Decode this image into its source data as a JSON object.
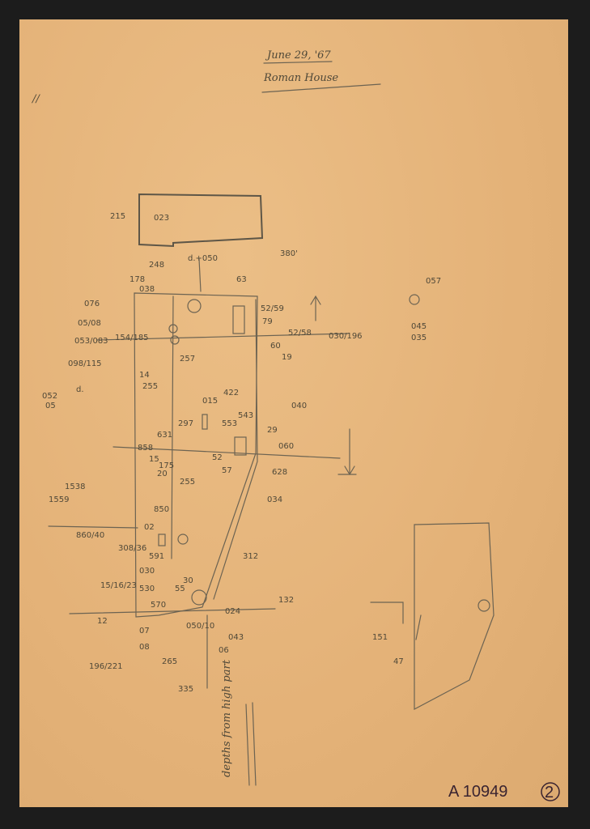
{
  "header": {
    "date": "June 29, '67",
    "title": "Roman House"
  },
  "margin_mark": "//",
  "catalog": {
    "number": "A 10949",
    "sheet": "2"
  },
  "note_vertical": "depths from high part",
  "annotations": [
    "215",
    "023",
    "038",
    "248",
    "178",
    "076",
    "05/08",
    "053/083",
    "098/115",
    "154/185",
    "14",
    "255",
    "257",
    "52/59",
    "79",
    "52/58",
    "60",
    "19",
    "63",
    "030/196",
    "015",
    "422",
    "297",
    "553",
    "543",
    "040",
    "29",
    "060",
    "631",
    "15",
    "175",
    "20",
    "858",
    "255",
    "52",
    "57",
    "628",
    "034",
    "850",
    "02",
    "860/40",
    "308/36",
    "591",
    "030",
    "530",
    "570",
    "30",
    "55",
    "15/16/23",
    "12",
    "024",
    "132",
    "312",
    "07",
    "08",
    "196/221",
    "265",
    "050/10",
    "043",
    "06",
    "335",
    "1538",
    "1559",
    "052",
    "05",
    "d.",
    "057",
    "045",
    "035",
    "151",
    "380'",
    "d.+050",
    "47"
  ],
  "colors": {
    "paper": "#e6b67c",
    "pencil": "#6c6352",
    "ink": "#3a2430",
    "background": "#1c1c1c"
  }
}
